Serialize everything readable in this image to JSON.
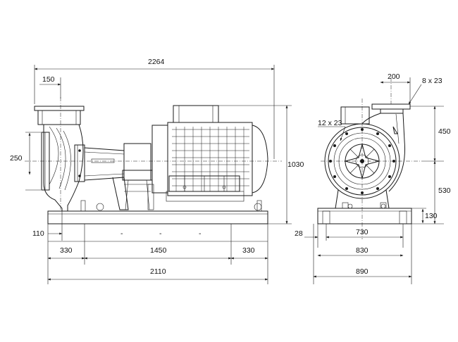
{
  "drawing": {
    "side_view": {
      "dim_overall_length": "2264",
      "dim_suction_offset": "150",
      "dim_suction_height": "250",
      "dim_overall_height": "1030",
      "dim_baseplate_edge": "110",
      "dim_bolt_left": "330",
      "dim_bolt_center": "1450",
      "dim_bolt_right": "330",
      "dim_baseplate_length": "2110",
      "center_marks": [
        "-",
        "-",
        "-"
      ]
    },
    "end_view": {
      "dim_discharge_offset": "200",
      "dim_discharge_holes": "8 x 23",
      "dim_suction_holes": "12 x 23",
      "dim_discharge_height": "450",
      "dim_shaft_height": "530",
      "dim_baseplate_height": "130",
      "dim_foot_hole": "28",
      "dim_foot_inner": "730",
      "dim_foot_outer": "830",
      "dim_base_width": "890"
    }
  }
}
